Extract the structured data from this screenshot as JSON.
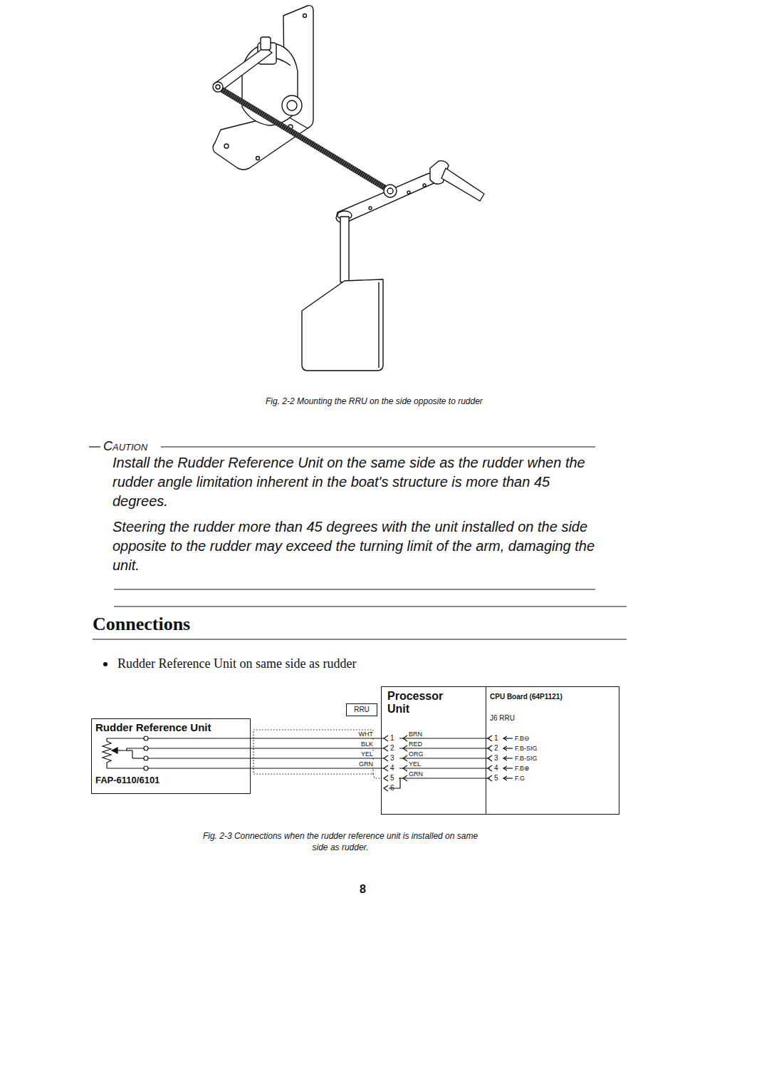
{
  "diagram": {
    "title": "Connections",
    "caption": "Fig. 2-3 Connections when the rudder reference unit is installed on same side as rudder.",
    "nodes": [
      {
        "text": [
          "Rudder Reference Unit",
          "FAP-6110/6101"
        ]
      },
      {
        "text": [
          "RRU"
        ]
      },
      {
        "text": [
          "Processor Unit"
        ]
      },
      {
        "text": [
          "CPU Board (64P1121)",
          "J6 RRU"
        ],
        "in": 2
      }
    ],
    "edges": [
      {
        "from": 0,
        "to": 2,
        "arrow": "none",
        "label": "WHT"
      },
      {
        "from": 0,
        "to": 2,
        "arrow": "none",
        "label": "BLK"
      },
      {
        "from": 0,
        "to": 2,
        "arrow": "none",
        "label": "YEL"
      },
      {
        "from": 0,
        "to": 2,
        "arrow": "none",
        "label": "GRN"
      },
      {
        "from": 2,
        "to": 3,
        "arrow": "none",
        "label": "BRN"
      },
      {
        "from": 2,
        "to": 3,
        "arrow": "none",
        "label": "RED"
      },
      {
        "from": 2,
        "to": 3,
        "arrow": "none",
        "label": "ORG"
      },
      {
        "from": 2,
        "to": 3,
        "arrow": "none",
        "label": "YEL"
      },
      {
        "from": 2,
        "to": 3,
        "arrow": "none",
        "label": "GRN"
      }
    ],
    "labels": [
      "Fig. 2-2 Mounting the RRU on the side opposite to rudder",
      "Caution",
      "Install the Rudder Reference Unit on the same side as the rudder when the rudder angle limitation inherent in the boat's structure is more than 45 degrees.",
      "Steering the rudder more than 45 degrees with the unit installed on the side opposite to the rudder may exceed the turning limit of the arm, damaging the unit.",
      "Rudder Reference Unit on same side as rudder",
      "1",
      "2",
      "3",
      "4",
      "5",
      "6",
      "1",
      "2",
      "3",
      "4",
      "5",
      "F.B⊖",
      "F.B-SIG",
      "F.B-SIG",
      "F.B⊕",
      "F.G",
      "8"
    ]
  }
}
